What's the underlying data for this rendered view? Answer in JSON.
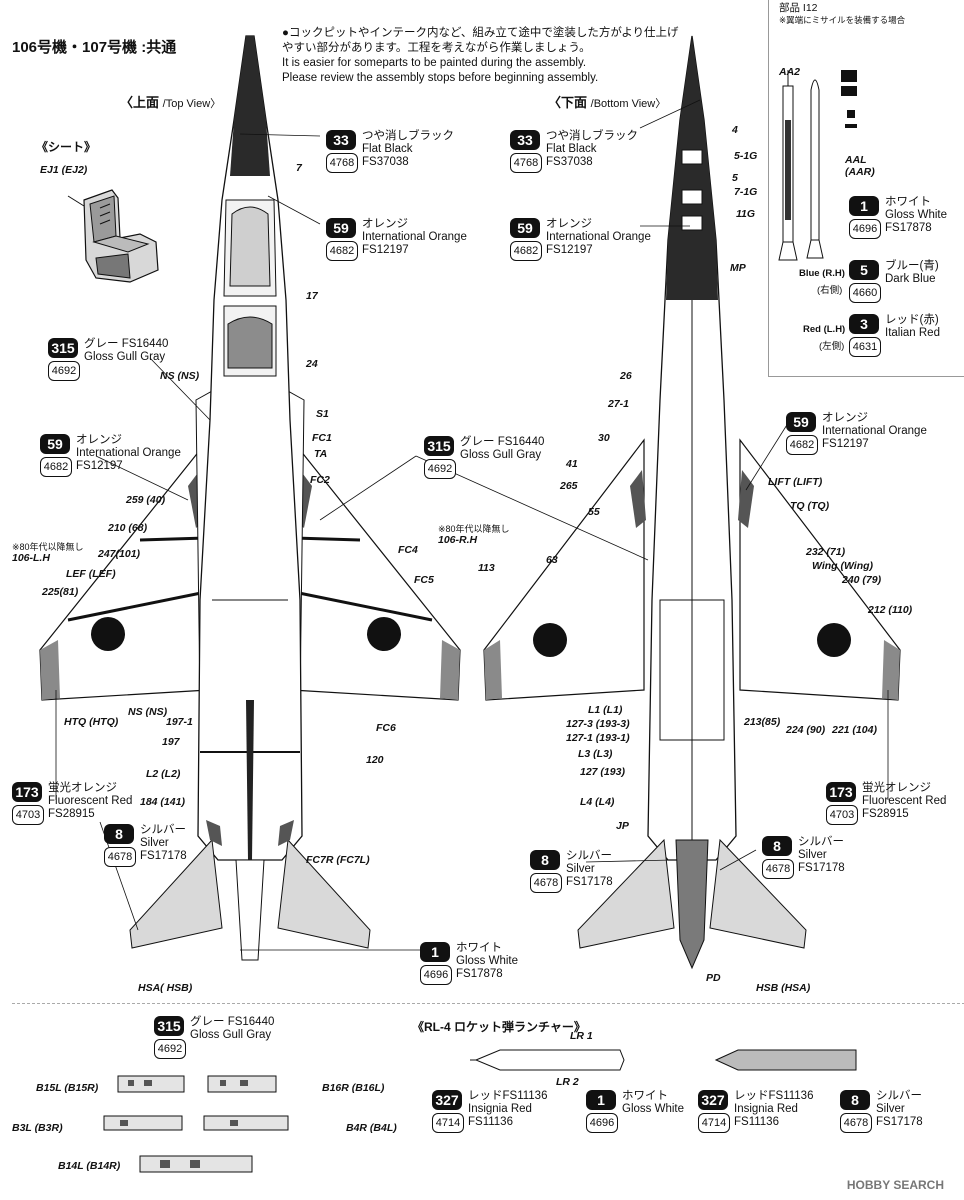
{
  "header": {
    "title": "106号機・107号機 :共通",
    "note_jp_1": "●コックピットやインテーク内など、組み立て途中で塗装した方がより仕上げ",
    "note_jp_2": "やすい部分があります。工程を考えながら作業しましょう。",
    "note_en_1": "It is easier for someparts to be painted during the assembly.",
    "note_en_2": "Please review the assembly stops before beginning assembly."
  },
  "views": {
    "top_jp": "〈上面",
    "top_en": "/Top View〉",
    "bottom_jp": "〈下面",
    "bottom_en": "/Bottom View〉",
    "seat": "《シート》",
    "seat_part": "EJ1 (EJ2)"
  },
  "legend_box": {
    "title": "部品 I12",
    "subtitle": "※翼端にミサイルを装備する場合",
    "aa2": "AA2",
    "aal": "AAL",
    "aar": "(AAR)",
    "blue_side_en": "Blue (R.H)",
    "blue_side_jp": "(右側)",
    "red_side_en": "Red (L.H)",
    "red_side_jp": "(左側)"
  },
  "paints": {
    "p33a": {
      "num": "33",
      "code": "4768",
      "jp": "つや消しブラック",
      "en": "Flat Black",
      "fs": "FS37038"
    },
    "p59a": {
      "num": "59",
      "code": "4682",
      "jp": "オレンジ",
      "en": "International Orange",
      "fs": "FS12197"
    },
    "p315a": {
      "num": "315",
      "code": "4692",
      "jp": "グレー FS16440",
      "en": "Gloss Gull Gray"
    },
    "p59b": {
      "num": "59",
      "code": "4682",
      "jp": "オレンジ",
      "en": "International Orange",
      "fs": "FS12197"
    },
    "p173a": {
      "num": "173",
      "code": "4703",
      "jp": "蛍光オレンジ",
      "en": "Fluorescent Red",
      "fs": "FS28915"
    },
    "p8a": {
      "num": "8",
      "code": "4678",
      "jp": "シルバー",
      "en": "Silver",
      "fs": "FS17178"
    },
    "p33b": {
      "num": "33",
      "code": "4768",
      "jp": "つや消しブラック",
      "en": "Flat Black",
      "fs": "FS37038"
    },
    "p59c": {
      "num": "59",
      "code": "4682",
      "jp": "オレンジ",
      "en": "International Orange",
      "fs": "FS12197"
    },
    "p315b": {
      "num": "315",
      "code": "4692",
      "jp": "グレー FS16440",
      "en": "Gloss Gull Gray"
    },
    "p59d": {
      "num": "59",
      "code": "4682",
      "jp": "オレンジ",
      "en": "International Orange",
      "fs": "FS12197"
    },
    "p173b": {
      "num": "173",
      "code": "4703",
      "jp": "蛍光オレンジ",
      "en": "Fluorescent Red",
      "fs": "FS28915"
    },
    "p8b": {
      "num": "8",
      "code": "4678",
      "jp": "シルバー",
      "en": "Silver",
      "fs": "FS17178"
    },
    "p8c": {
      "num": "8",
      "code": "4678",
      "jp": "シルバー",
      "en": "Silver",
      "fs": "FS17178"
    },
    "p1a": {
      "num": "1",
      "code": "4696",
      "jp": "ホワイト",
      "en": "Gloss White",
      "fs": "FS17878"
    },
    "p1b": {
      "num": "1",
      "code": "4696",
      "jp": "ホワイト",
      "en": "Gloss White",
      "fs": "FS17878"
    },
    "p5": {
      "num": "5",
      "code": "4660",
      "jp": "ブルー(青)",
      "en": "Dark Blue"
    },
    "p3": {
      "num": "3",
      "code": "4631",
      "jp": "レッド(赤)",
      "en": "Italian Red"
    },
    "p315c": {
      "num": "315",
      "code": "4692",
      "jp": "グレー FS16440",
      "en": "Gloss Gull Gray"
    },
    "p327a": {
      "num": "327",
      "code": "4714",
      "jp": "レッドFS11136",
      "en": "Insignia Red",
      "fs": "FS11136"
    },
    "p1c": {
      "num": "1",
      "code": "4696",
      "jp": "ホワイト",
      "en": "Gloss White"
    },
    "p327b": {
      "num": "327",
      "code": "4714",
      "jp": "レッドFS11136",
      "en": "Insignia Red",
      "fs": "FS11136"
    },
    "p8d": {
      "num": "8",
      "code": "4678",
      "jp": "シルバー",
      "en": "Silver",
      "fs": "FS17178"
    }
  },
  "top_labels": {
    "l7": "7",
    "l17": "17",
    "l24": "24",
    "ns1": "NS (NS)",
    "s1": "S1",
    "fc1": "FC1",
    "ta": "TA",
    "fc2": "FC2",
    "l259": "259 (40)",
    "l210": "210 (68)",
    "l247": "247(101)",
    "lef": "LEF (LEF)",
    "l225": "225(81)",
    "note80l": "※80年代以降無し",
    "lh106": "106-L.H",
    "fc4": "FC4",
    "fc5": "FC5",
    "htq": "HTQ (HTQ)",
    "ns2": "NS (NS)",
    "l1971": "197-1",
    "l197": "197",
    "fc6": "FC6",
    "l120": "120",
    "l2": "L2 (L2)",
    "l184": "184 (141)",
    "fc7": "FC7R (FC7L)",
    "hsa": "HSA( HSB)"
  },
  "bottom_labels": {
    "b4": "4",
    "b51g": "5-1G",
    "b5": "5",
    "b71g": "7-1G",
    "b11g": "11G",
    "mp": "MP",
    "b26": "26",
    "b271": "27-1",
    "b30": "30",
    "b41": "41",
    "b265": "265",
    "b55": "55",
    "b63": "63",
    "b113": "113",
    "lift": "LIFT (LIFT)",
    "tq": "TQ (TQ)",
    "b232": "232 (71)",
    "wing": "Wing (Wing)",
    "b240": "240 (79)",
    "b212": "212 (110)",
    "note80r": "※80年代以降無し",
    "rh106": "106-R.H",
    "bl1": "L1 (L1)",
    "b1273": "127-3 (193-3)",
    "b1271": "127-1 (193-1)",
    "bl3": "L3 (L3)",
    "b127": "127 (193)",
    "bl4": "L4 (L4)",
    "jp": "JP",
    "b213": "213(85)",
    "b224": "224 (90)",
    "b221": "221 (104)",
    "pd": "PD",
    "hsb": "HSB (HSA)"
  },
  "bottom_section": {
    "rl4_title": "《RL-4 ロケット弾ランチャー》",
    "lr1": "LR 1",
    "lr2": "LR 2",
    "b15": "B15L (B15R)",
    "b16": "B16R (B16L)",
    "b3": "B3L (B3R)",
    "b4": "B4R (B4L)",
    "b14": "B14L (B14R)"
  },
  "logo": "HOBBY SEARCH"
}
